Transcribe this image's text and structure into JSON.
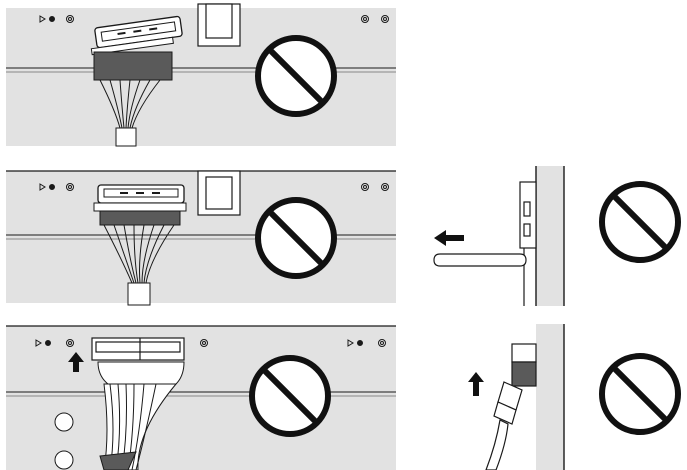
{
  "diagram": {
    "panels": [
      {
        "id": "panel-1",
        "marker": "prohibited-icon",
        "depicts": "connector-angled-insertion"
      },
      {
        "id": "panel-2",
        "marker": "prohibited-icon",
        "depicts": "connector-pulled-by-cable"
      },
      {
        "id": "panel-3",
        "marker": "prohibited-icon",
        "depicts": "connector-pushed-by-cable"
      },
      {
        "id": "side-view-1",
        "marker": "prohibited-icon",
        "depicts": "side-view-pull-left"
      },
      {
        "id": "side-view-2",
        "marker": "prohibited-icon",
        "depicts": "side-view-push-up"
      }
    ],
    "colors": {
      "panel_fill": "#e2e2e2",
      "line": "#1a1a1a",
      "connector_band": "#5a5a5a",
      "white": "#ffffff"
    }
  }
}
